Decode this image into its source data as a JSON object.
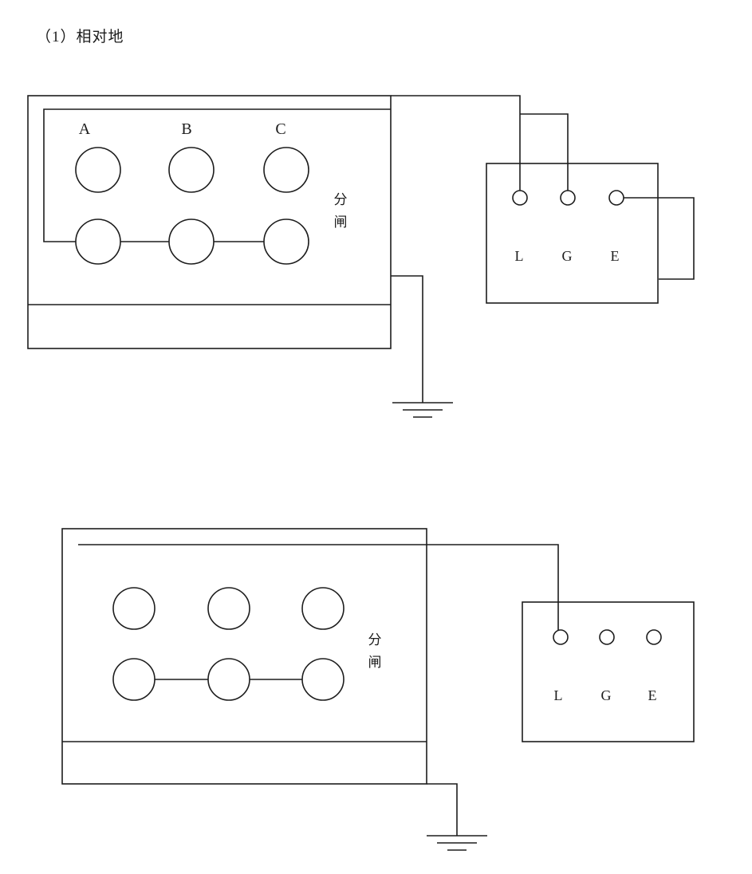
{
  "page": {
    "title": "（1）相对地"
  },
  "colors": {
    "ink": "#1d1d1d",
    "background": "#ffffff"
  },
  "diagram_top": {
    "breaker": {
      "phase_labels": [
        "A",
        "B",
        "C"
      ],
      "state_label_chars": [
        "分",
        "闸"
      ]
    },
    "tester": {
      "terminal_labels": [
        "L",
        "G",
        "E"
      ]
    }
  },
  "diagram_bottom": {
    "breaker": {
      "state_label_chars": [
        "分",
        "闸"
      ]
    },
    "tester": {
      "terminal_labels": [
        "L",
        "G",
        "E"
      ]
    }
  }
}
